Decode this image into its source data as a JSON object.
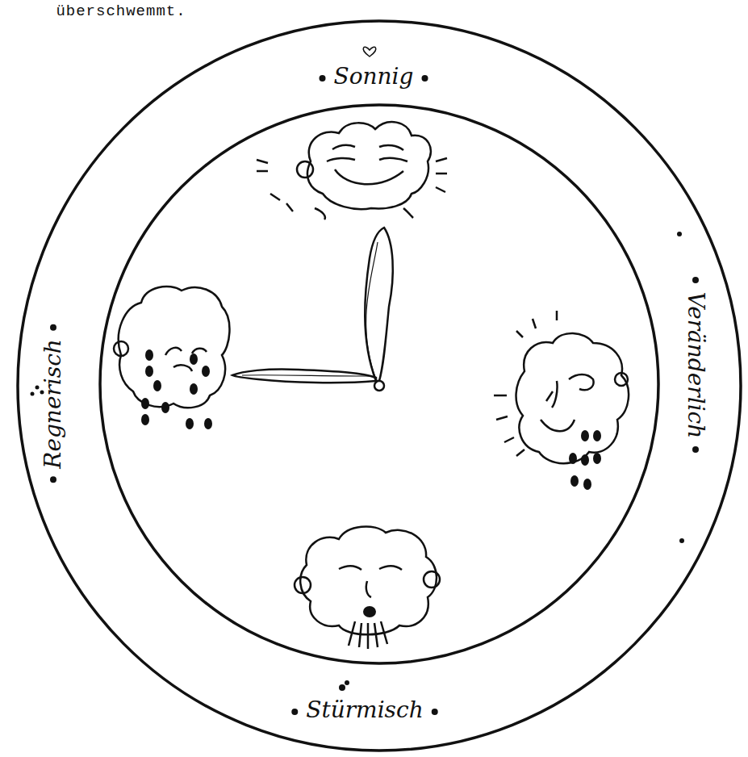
{
  "diagram": {
    "labels": [
      "überschwemmt.",
      "Sonnig",
      "Veränderlich",
      "Stürmisch",
      "Regnerisch"
    ]
  }
}
